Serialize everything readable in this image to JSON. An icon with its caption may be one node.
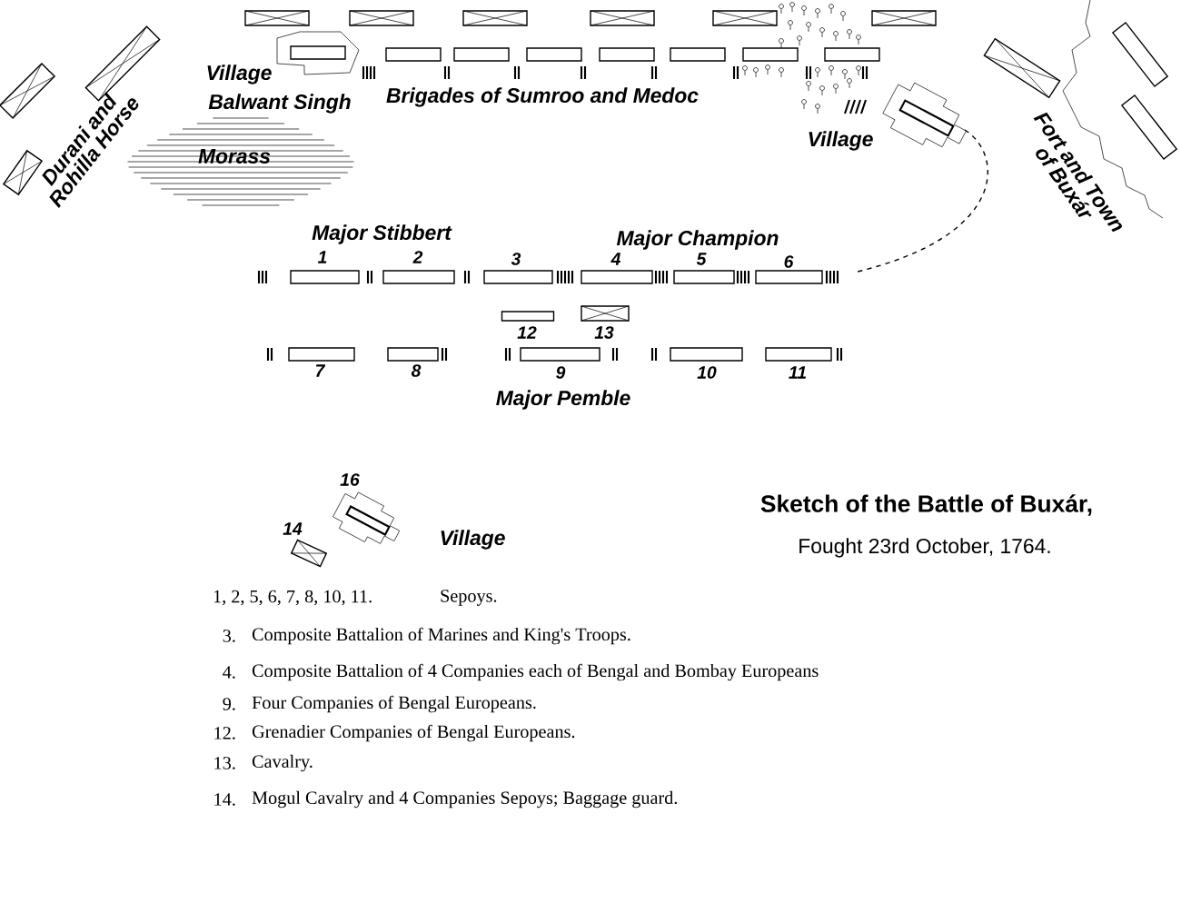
{
  "diagram": {
    "title": "Sketch of the Battle of Buxár,",
    "caption": "Fought 23rd October, 1764.",
    "labels": [
      "Durani and Rohilla Horse",
      "Village",
      "Balwant Singh",
      "Morass",
      "Brigades of Sumroo and Medoc",
      "Village",
      "Fort and Town of Buxár",
      "Major Stibbert",
      "Major Champion",
      "1",
      "2",
      "3",
      "4",
      "5",
      "6",
      "12",
      "13",
      "7",
      "8",
      "9",
      "10",
      "11",
      "Major Pemble",
      "14",
      "16",
      "Village",
      "1, 2, 5, 6, 7, 8, 10, 11.",
      "Sepoys.",
      "3.",
      "Composite Battalion of Marines and King's Troops.",
      "4.",
      "Composite Battalion of 4 Companies each of Bengal and Bombay Europeans",
      "9.",
      "Four Companies of Bengal Europeans.",
      "12.",
      "Grenadier Companies of Bengal Europeans.",
      "13.",
      "Cavalry.",
      "14.",
      "Mogul Cavalry and 4 Companies Sepoys; Baggage guard."
    ]
  }
}
